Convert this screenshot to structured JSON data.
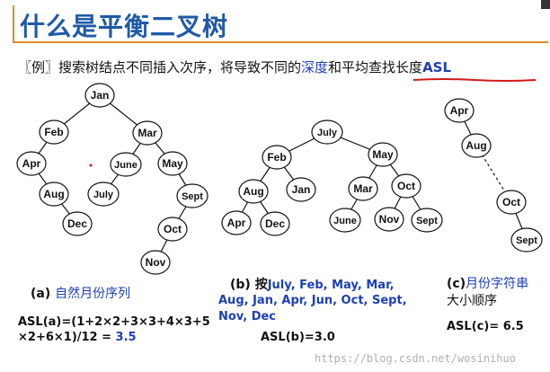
{
  "slide": {
    "title": "什么是平衡二叉树",
    "intro_prefix": "〖例〗搜索树结点不同插入次序，将导致不同的",
    "intro_depth": "深度",
    "intro_and": "和",
    "intro_avg": "平均查找长度",
    "intro_asl": "ASL",
    "watermark": "https://blog.csdn.net/wosinihuo"
  },
  "trees": {
    "a": {
      "nodes": [
        {
          "id": "a-jan",
          "label": "Jan"
        },
        {
          "id": "a-feb",
          "label": "Feb"
        },
        {
          "id": "a-mar",
          "label": "Mar"
        },
        {
          "id": "a-apr",
          "label": "Apr"
        },
        {
          "id": "a-june",
          "label": "June"
        },
        {
          "id": "a-may",
          "label": "May"
        },
        {
          "id": "a-aug",
          "label": "Aug"
        },
        {
          "id": "a-july",
          "label": "July"
        },
        {
          "id": "a-sept",
          "label": "Sept"
        },
        {
          "id": "a-dec",
          "label": "Dec"
        },
        {
          "id": "a-oct",
          "label": "Oct"
        },
        {
          "id": "a-nov",
          "label": "Nov"
        }
      ],
      "edges": [
        [
          "a-jan",
          "a-feb"
        ],
        [
          "a-jan",
          "a-mar"
        ],
        [
          "a-feb",
          "a-apr"
        ],
        [
          "a-apr",
          "a-aug"
        ],
        [
          "a-aug",
          "a-dec"
        ],
        [
          "a-mar",
          "a-june"
        ],
        [
          "a-mar",
          "a-may"
        ],
        [
          "a-june",
          "a-july"
        ],
        [
          "a-may",
          "a-sept"
        ],
        [
          "a-sept",
          "a-oct"
        ],
        [
          "a-oct",
          "a-nov"
        ]
      ],
      "caption_label": "(a) ",
      "caption_text": "自然月份序列",
      "asl_line1": "ASL(a)=(1+2×2+3×3+4×3+5",
      "asl_line2_prefix": "×2+6×1)/12 = ",
      "asl_value": "3.5"
    },
    "b": {
      "nodes": [
        {
          "id": "b-july",
          "label": "July"
        },
        {
          "id": "b-feb",
          "label": "Feb"
        },
        {
          "id": "b-may",
          "label": "May"
        },
        {
          "id": "b-aug",
          "label": "Aug"
        },
        {
          "id": "b-jan",
          "label": "Jan"
        },
        {
          "id": "b-mar",
          "label": "Mar"
        },
        {
          "id": "b-oct",
          "label": "Oct"
        },
        {
          "id": "b-apr",
          "label": "Apr"
        },
        {
          "id": "b-dec",
          "label": "Dec"
        },
        {
          "id": "b-june",
          "label": "June"
        },
        {
          "id": "b-nov",
          "label": "Nov"
        },
        {
          "id": "b-sept",
          "label": "Sept"
        }
      ],
      "edges": [
        [
          "b-july",
          "b-feb"
        ],
        [
          "b-july",
          "b-may"
        ],
        [
          "b-feb",
          "b-aug"
        ],
        [
          "b-feb",
          "b-jan"
        ],
        [
          "b-aug",
          "b-apr"
        ],
        [
          "b-aug",
          "b-dec"
        ],
        [
          "b-may",
          "b-mar"
        ],
        [
          "b-may",
          "b-oct"
        ],
        [
          "b-mar",
          "b-june"
        ],
        [
          "b-oct",
          "b-nov"
        ],
        [
          "b-oct",
          "b-sept"
        ]
      ],
      "caption_label": "(b) 按",
      "caption_order_1": "July, Feb, May, Mar,",
      "caption_order_2": "Aug, Jan, Apr, Jun, Oct, Sept,",
      "caption_order_3": "Nov, Dec",
      "asl": "ASL(b)=3.0"
    },
    "c": {
      "nodes": [
        {
          "id": "c-apr",
          "label": "Apr"
        },
        {
          "id": "c-aug",
          "label": "Aug"
        },
        {
          "id": "c-oct",
          "label": "Oct"
        },
        {
          "id": "c-sept",
          "label": "Sept"
        }
      ],
      "edges": [
        [
          "c-apr",
          "c-aug"
        ],
        [
          "c-oct",
          "c-sept"
        ]
      ],
      "dashed_edges": [
        [
          "c-aug",
          "c-oct"
        ]
      ],
      "caption_label": "(c)",
      "caption_text_1": "月份字符串",
      "caption_text_2": "大小顺序",
      "asl": "ASL(c)= 6.5"
    }
  },
  "colors": {
    "title": "#1f5aa6",
    "accent_blue": "#1d3fb8",
    "underline_red": "#d11a1a",
    "rule_orange": "#e08a2e"
  }
}
